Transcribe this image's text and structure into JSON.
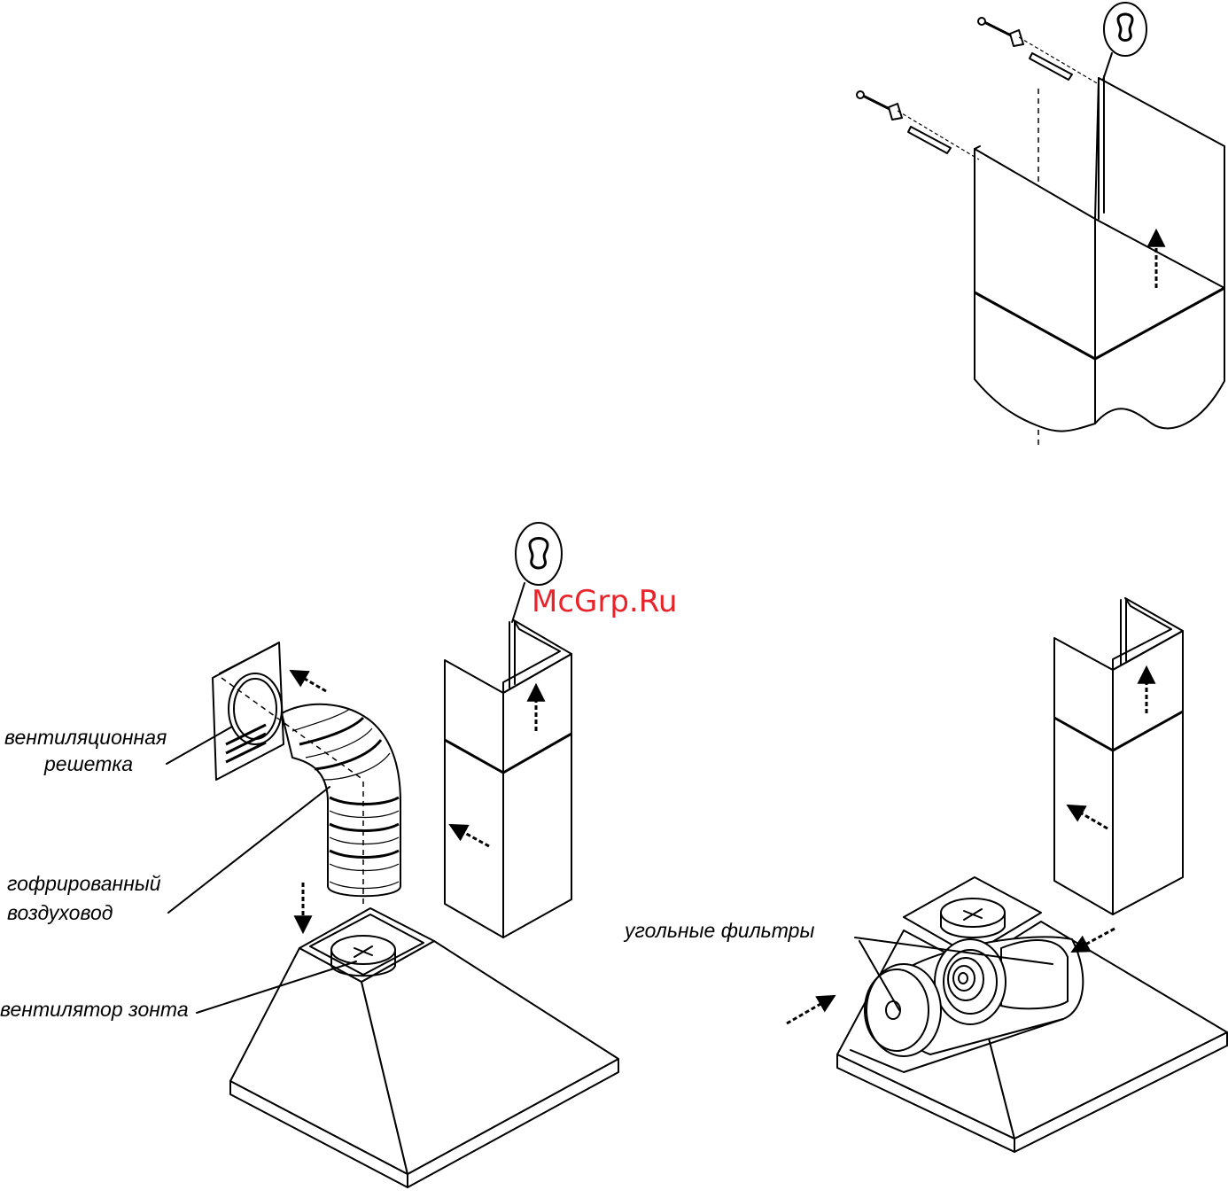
{
  "labels": {
    "vent_grille_line1": "вентиляционная",
    "vent_grille_line2": "решетка",
    "duct_line1": "гофрированный",
    "duct_line2": "воздуховод",
    "hood_fan": "вентилятор зонта",
    "carbon_filters": "угольные фильтры"
  },
  "watermark": "McGrp.Ru",
  "colors": {
    "line": "#000000",
    "background": "#ffffff",
    "watermark": "#e8232a"
  },
  "icons": [
    "keyhole-slot-icon",
    "wall-plug-screw-icon",
    "direction-arrow-icon"
  ]
}
